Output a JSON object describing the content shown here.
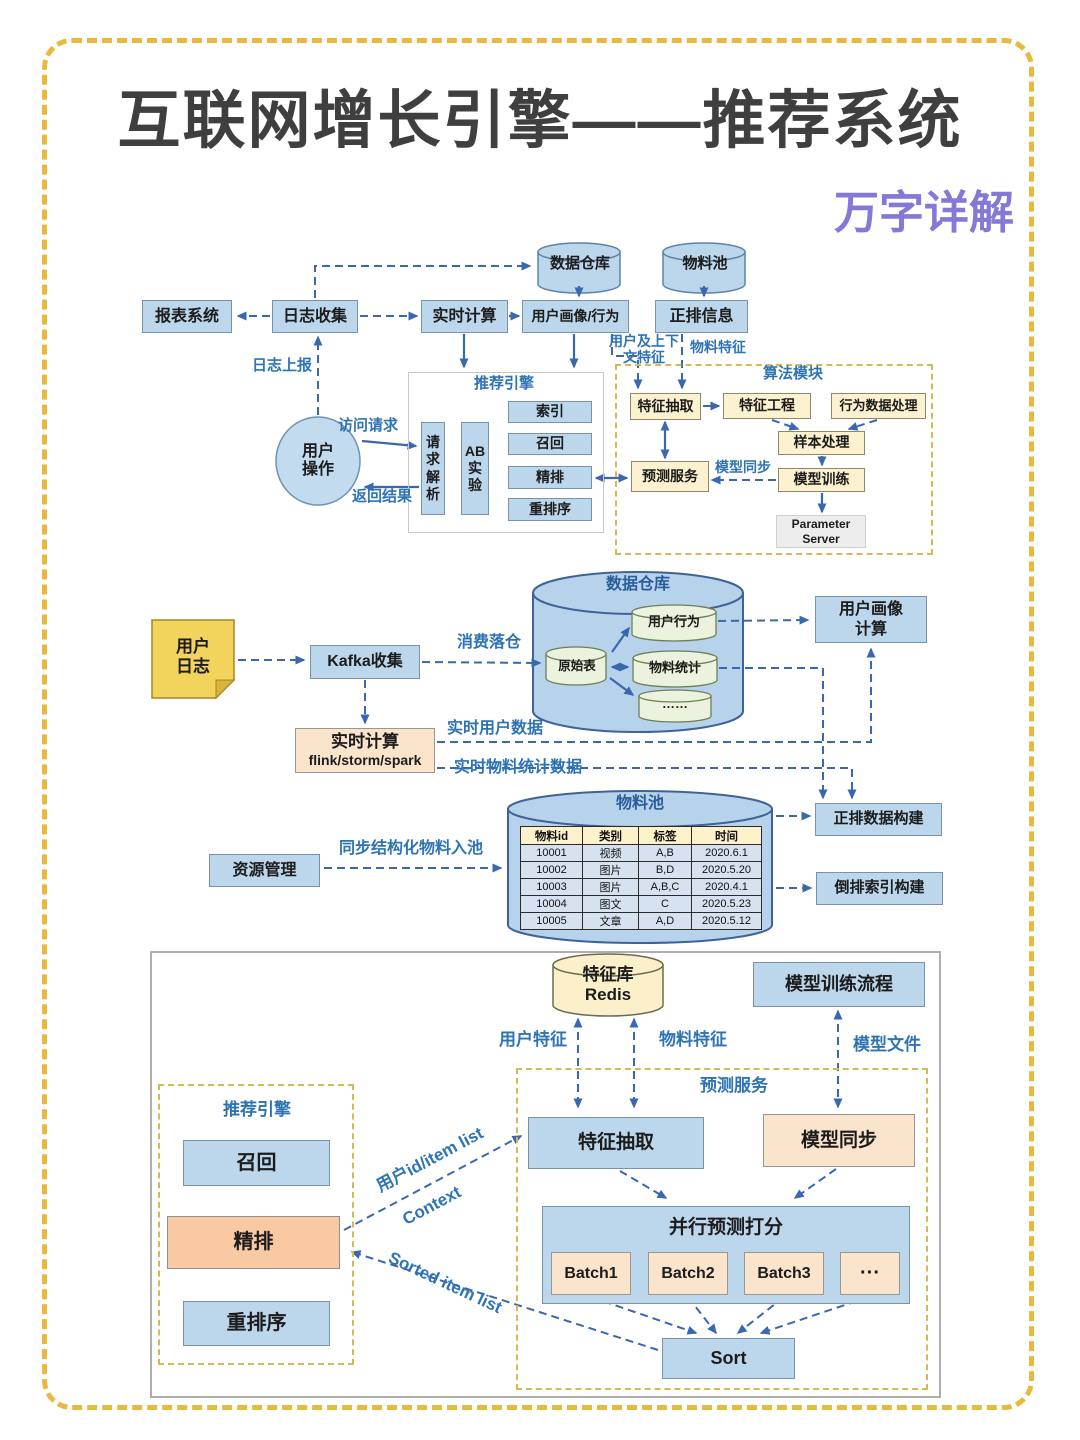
{
  "title": "互联网增长引擎——推荐系统",
  "subtitle": "万字详解",
  "colors": {
    "accent_blue": "#2e74b5",
    "box_blue": "#bcd6ec",
    "box_yellow": "#fdf2d0",
    "box_peach": "#f8c9a2",
    "dashed_border_yellow": "#d7b75c",
    "page_border_yellow": "#e7b93f",
    "title_gray": "#3f3f3f",
    "subtitle_purple": "#8379d6"
  },
  "top": {
    "warehouse_cyl": "数据仓库",
    "pool_cyl": "物料池",
    "report": "报表系统",
    "log_collect": "日志收集",
    "realtime": "实时计算",
    "profile_behavior": "用户画像/行为",
    "forward_info": "正排信息",
    "user_action": "用户\n操作",
    "log_upload": "日志上报",
    "visit_request": "访问请求",
    "return_result": "返回结果",
    "user_context_feature": "用户及上下\n文特征",
    "material_feature": "物料特征",
    "engine": {
      "title": "推荐引擎",
      "request_parse": "请\n求\n解\n析",
      "ab_test": "AB\n实\n验",
      "index": "索引",
      "recall": "召回",
      "rank": "精排",
      "rerank": "重排序"
    },
    "algo": {
      "title": "算法模块",
      "feature_extract": "特征抽取",
      "feature_eng": "特征工程",
      "behavior_proc": "行为数据处理",
      "sample_proc": "样本处理",
      "model_train": "模型训练",
      "predict": "预测服务",
      "param_server": "Parameter\nServer",
      "model_sync": "模型同步"
    }
  },
  "mid": {
    "user_log": "用户\n日志",
    "kafka": "Kafka收集",
    "consume": "消费落仓",
    "rt_user_data": "实时用户数据",
    "rt_material_data": "实时物料统计数据",
    "sync_material": "同步结构化物料入池",
    "warehouse": {
      "title": "数据仓库",
      "raw": "原始表",
      "user_behavior": "用户行为",
      "material_stat": "物料统计",
      "more": "……"
    },
    "profile_calc": "用户画像\n计算",
    "realtime_title": "实时计算",
    "realtime_sub": "flink/storm/spark",
    "forward_build": "正排数据构建",
    "inverted_build": "倒排索引构建",
    "resource": "资源管理",
    "pool": {
      "title": "物料池",
      "headers": [
        "物料id",
        "类别",
        "标签",
        "时间"
      ],
      "rows": [
        [
          "10001",
          "视频",
          "A,B",
          "2020.6.1"
        ],
        [
          "10002",
          "图片",
          "B,D",
          "2020.5.20"
        ],
        [
          "10003",
          "图片",
          "A,B,C",
          "2020.4.1"
        ],
        [
          "10004",
          "图文",
          "C",
          "2020.5.23"
        ],
        [
          "10005",
          "文章",
          "A,D",
          "2020.5.12"
        ]
      ]
    }
  },
  "bottom": {
    "feature_store": "特征库\nRedis",
    "model_train_flow": "模型训练流程",
    "user_feature": "用户特征",
    "material_feature": "物料特征",
    "model_file": "模型文件",
    "user_id_item_list": "用户id/item list",
    "context": "Context",
    "sorted_item_list": "Sorted item list",
    "predict": {
      "title": "预测服务",
      "feature_extract": "特征抽取",
      "model_sync": "模型同步",
      "parallel_title": "并行预测打分",
      "batches": [
        "Batch1",
        "Batch2",
        "Batch3",
        "···"
      ],
      "sort": "Sort"
    },
    "engine": {
      "title": "推荐引擎",
      "recall": "召回",
      "rank": "精排",
      "rerank": "重排序"
    }
  }
}
